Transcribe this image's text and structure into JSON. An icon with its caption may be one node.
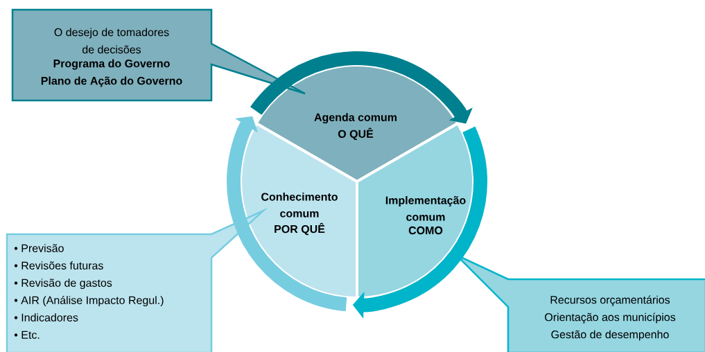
{
  "diagram": {
    "nodes": [
      {
        "text": [
          "O desejo de tomadores de decisões",
          "Programa do Governo",
          "Plano de Ação do Governo"
        ]
      },
      {
        "text": [
          "Agenda comum",
          "O QUÊ"
        ]
      },
      {
        "text": [
          "Conhecimento comum",
          "POR QUÊ"
        ]
      },
      {
        "text": [
          "Implementação comum",
          "COMO"
        ]
      },
      {
        "text": [
          "• Previsão",
          "• Revisões futuras",
          "• Revisão de gastos",
          "• AIR (Análise Impacto Regul.)",
          "• Indicadores",
          "• Etc."
        ]
      },
      {
        "text": [
          "Recursos orçamentários",
          "Orientação aos municípios",
          "Gestão de desempenho"
        ]
      }
    ],
    "edges": [
      {
        "from": 1,
        "to": 3,
        "arrow": "to",
        "color": "#00808f"
      },
      {
        "from": 3,
        "to": 2,
        "arrow": "to",
        "color": "#00b5c9"
      },
      {
        "from": 2,
        "to": 1,
        "arrow": "to",
        "color": "#76cde0"
      }
    ]
  }
}
